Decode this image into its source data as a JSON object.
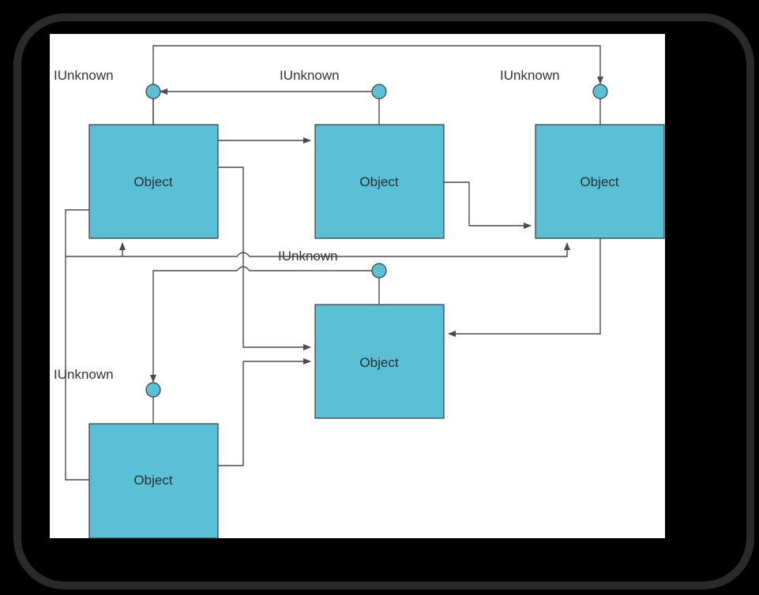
{
  "colors": {
    "object_fill": "#5bbfd6",
    "canvas": "#ffffff",
    "frame": "#000000",
    "line": "#4a4a4a"
  },
  "objects": [
    {
      "id": "obj1",
      "label": "Object"
    },
    {
      "id": "obj2",
      "label": "Object"
    },
    {
      "id": "obj3",
      "label": "Object"
    },
    {
      "id": "obj4",
      "label": "Object"
    },
    {
      "id": "obj5",
      "label": "Object"
    }
  ],
  "interfaces": [
    {
      "id": "iu1",
      "label": "IUnknown",
      "icon": "lollipop-interface-icon"
    },
    {
      "id": "iu2",
      "label": "IUnknown",
      "icon": "lollipop-interface-icon"
    },
    {
      "id": "iu3",
      "label": "IUnknown",
      "icon": "lollipop-interface-icon"
    },
    {
      "id": "iu4",
      "label": "IUnknown",
      "icon": "lollipop-interface-icon"
    },
    {
      "id": "iu5",
      "label": "IUnknown",
      "icon": "lollipop-interface-icon"
    }
  ]
}
